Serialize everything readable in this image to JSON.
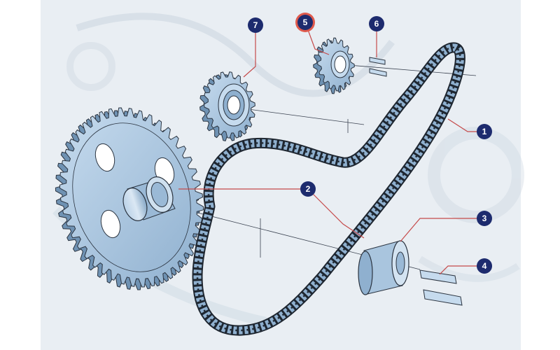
{
  "colors": {
    "background": "#e9eef3",
    "part_fill": "#a9c5de",
    "part_dark": "#6f92b3",
    "outline": "#2b3440",
    "leader": "#c54a4a",
    "badge": "#1d2b6e",
    "badge_highlight_ring": "#e05a4c"
  },
  "callouts": [
    {
      "id": 1,
      "label": "1",
      "target": "chain"
    },
    {
      "id": 2,
      "label": "2",
      "target": "hub-bushing"
    },
    {
      "id": 3,
      "label": "3",
      "target": "sprocket-hub"
    },
    {
      "id": 4,
      "label": "4",
      "target": "keys"
    },
    {
      "id": 5,
      "label": "5",
      "target": "small-sprocket",
      "highlighted": true
    },
    {
      "id": 6,
      "label": "6",
      "target": "small-keys"
    },
    {
      "id": 7,
      "label": "7",
      "target": "idler-sprocket"
    }
  ]
}
